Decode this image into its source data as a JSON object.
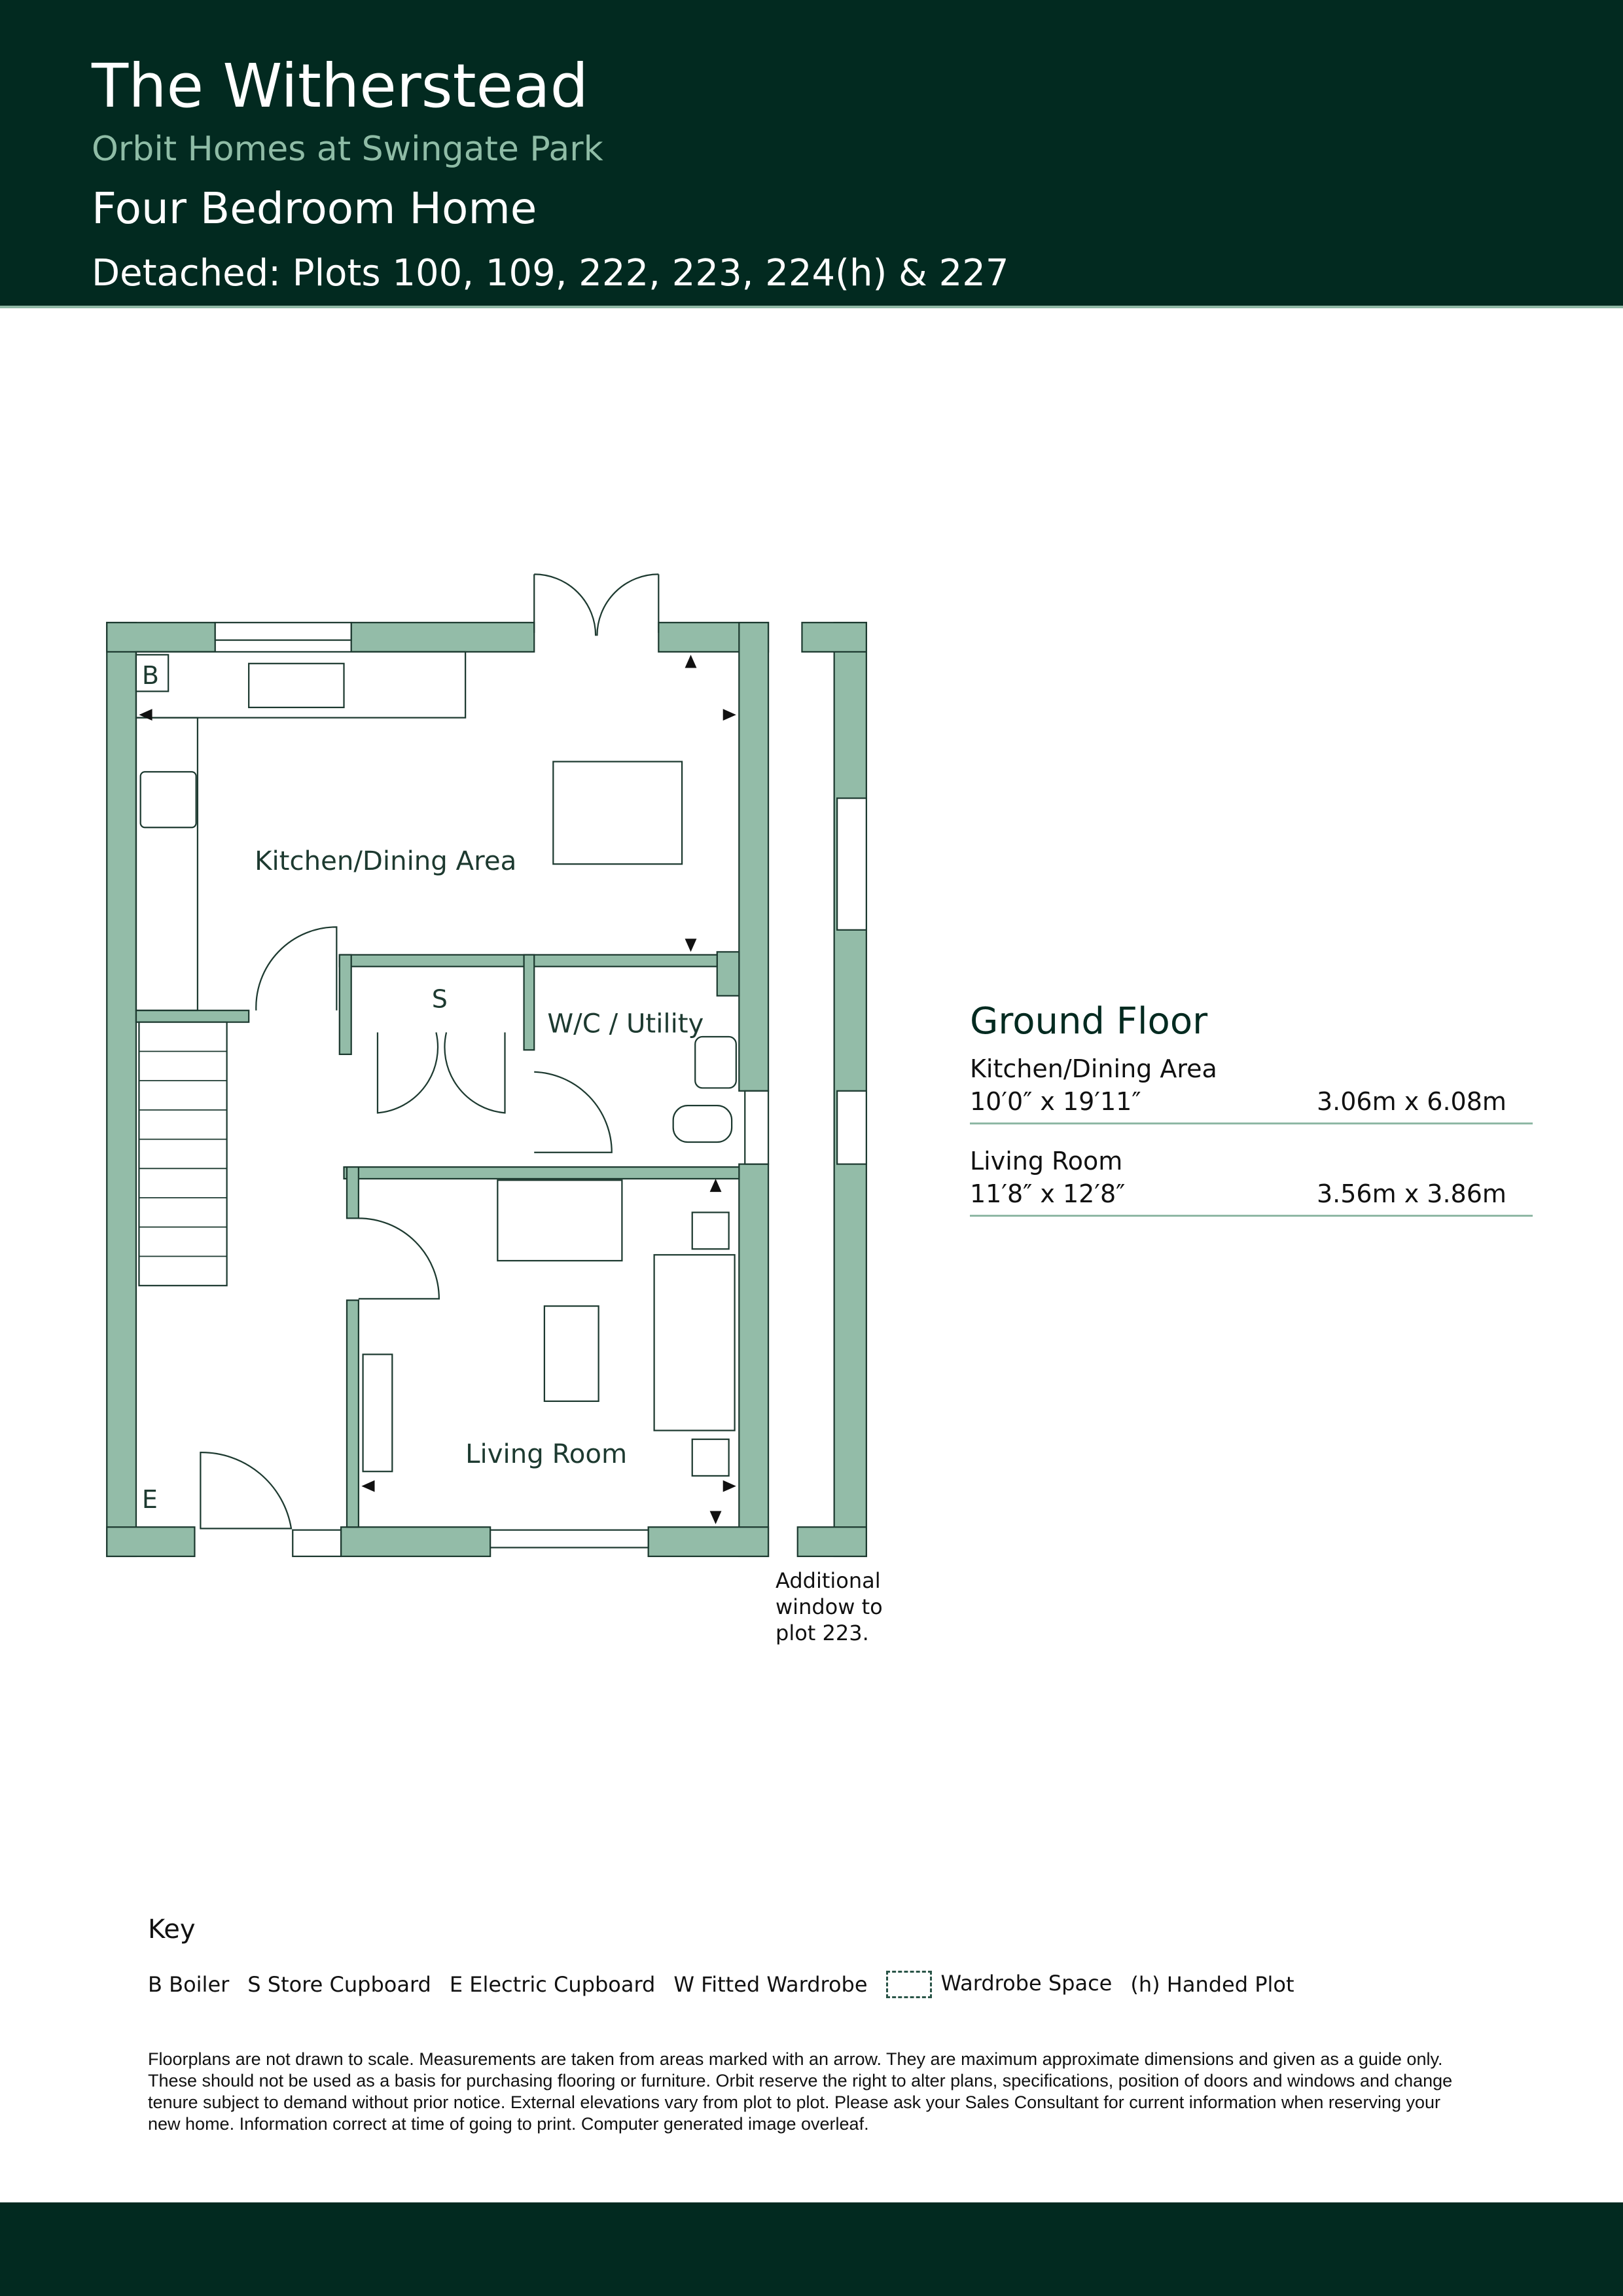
{
  "header": {
    "title": "The Witherstead",
    "subtitle": "Orbit Homes at Swingate Park",
    "home_type": "Four Bedroom Home",
    "plots": "Detached: Plots 100, 109, 222, 223, 224(h) & 227"
  },
  "plan_labels": {
    "kitchen": "Kitchen/Dining Area",
    "store": "S",
    "wc": "W/C / Utility",
    "living": "Living Room",
    "boiler": "B",
    "electric": "E",
    "note": "Additional window to plot 223."
  },
  "floor": {
    "title": "Ground Floor",
    "rooms": [
      {
        "name": "Kitchen/Dining Area",
        "imperial": "10′0″ x 19′11″",
        "metric": "3.06m x 6.08m"
      },
      {
        "name": "Living Room",
        "imperial": "11′8″ x 12′8″",
        "metric": "3.56m x 3.86m"
      }
    ]
  },
  "key": {
    "title": "Key",
    "items": [
      {
        "code": "B",
        "label": "Boiler"
      },
      {
        "code": "S",
        "label": "Store Cupboard"
      },
      {
        "code": "E",
        "label": "Electric Cupboard"
      },
      {
        "code": "W",
        "label": "Fitted Wardrobe"
      },
      {
        "code": "",
        "label": "Wardrobe Space"
      },
      {
        "code": "(h)",
        "label": "Handed Plot"
      }
    ]
  },
  "disclaimer": "Floorplans are not drawn to scale. Measurements are taken from areas marked with an arrow. They are maximum approximate dimensions and given as a guide only. These should not be used as a basis for purchasing flooring or furniture. Orbit reserve the right to alter plans, specifications, position of doors and windows and change tenure subject to demand without prior notice. External elevations vary from plot to plot. Please ask your Sales Consultant for current information when reserving your new home. Information correct at time of going to print. Computer generated image overleaf.",
  "colors": {
    "brand_dark": "#022a20",
    "wall": "#93bca8",
    "accent_text": "#8fbca6"
  }
}
